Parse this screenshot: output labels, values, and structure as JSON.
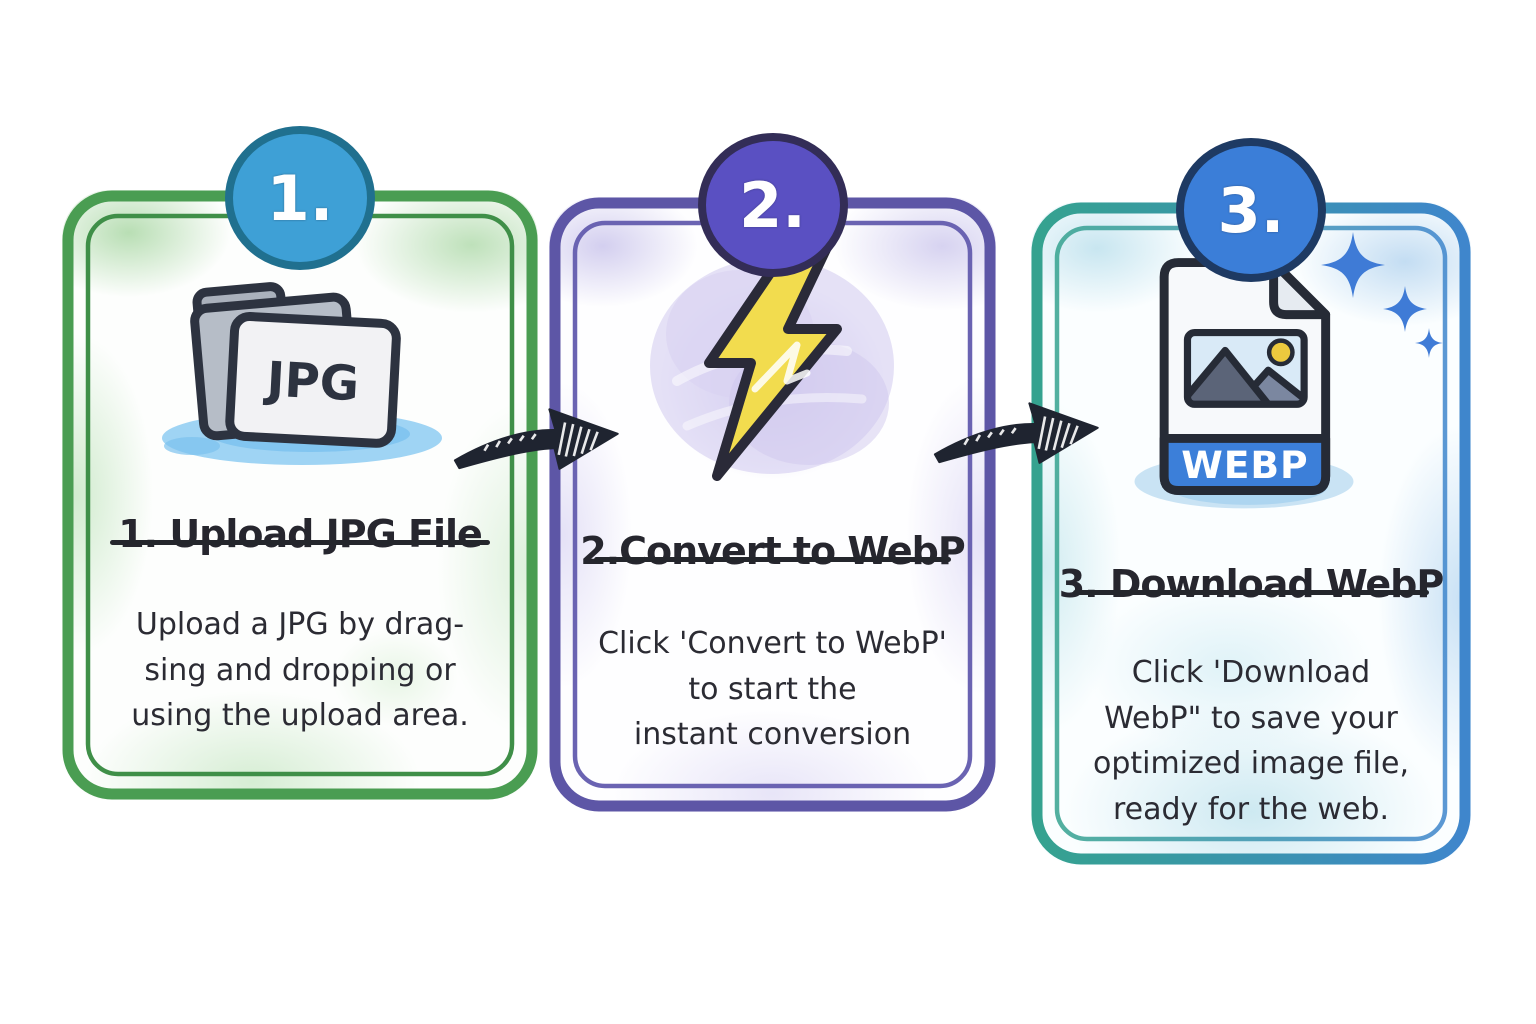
{
  "steps": [
    {
      "number": "1.",
      "heading": "1. Upload JPG File",
      "body_lines": [
        "Upload a JPG by drag-",
        "sing and dropping or",
        "using the upload area."
      ],
      "icon": "jpg-folder-icon",
      "icon_label": "JPG",
      "border_color": "#4a9d52",
      "badge_fill": "#3ea0d6",
      "badge_stroke": "#20708f"
    },
    {
      "number": "2.",
      "heading": "2.Convert to WebP",
      "body_lines": [
        "Click 'Convert to WebP'",
        "to start the",
        "instant conversion"
      ],
      "icon": "lightning-bolt-icon",
      "border_color": "#5d56a6",
      "badge_fill": "#5a50c2",
      "badge_stroke": "#332d57"
    },
    {
      "number": "3.",
      "heading": "3. Download WebP",
      "body_lines": [
        "Click 'Download",
        "WebP\" to save your",
        "optimized image file,",
        "ready for the web."
      ],
      "icon": "webp-file-icon",
      "icon_label": "WEBP",
      "border_color_left": "#35a28f",
      "border_color_right": "#3f86cc",
      "badge_fill": "#3b7ed8",
      "badge_stroke": "#1e3a63"
    }
  ],
  "colors": {
    "bolt_yellow": "#f2dc4e",
    "webp_banner_blue": "#3c7fd9",
    "sparkle_blue": "#3f7bd6",
    "puddle_blue": "#9fd4f4",
    "arrow_ink": "#1f2430",
    "text_ink": "#2b2b33"
  }
}
